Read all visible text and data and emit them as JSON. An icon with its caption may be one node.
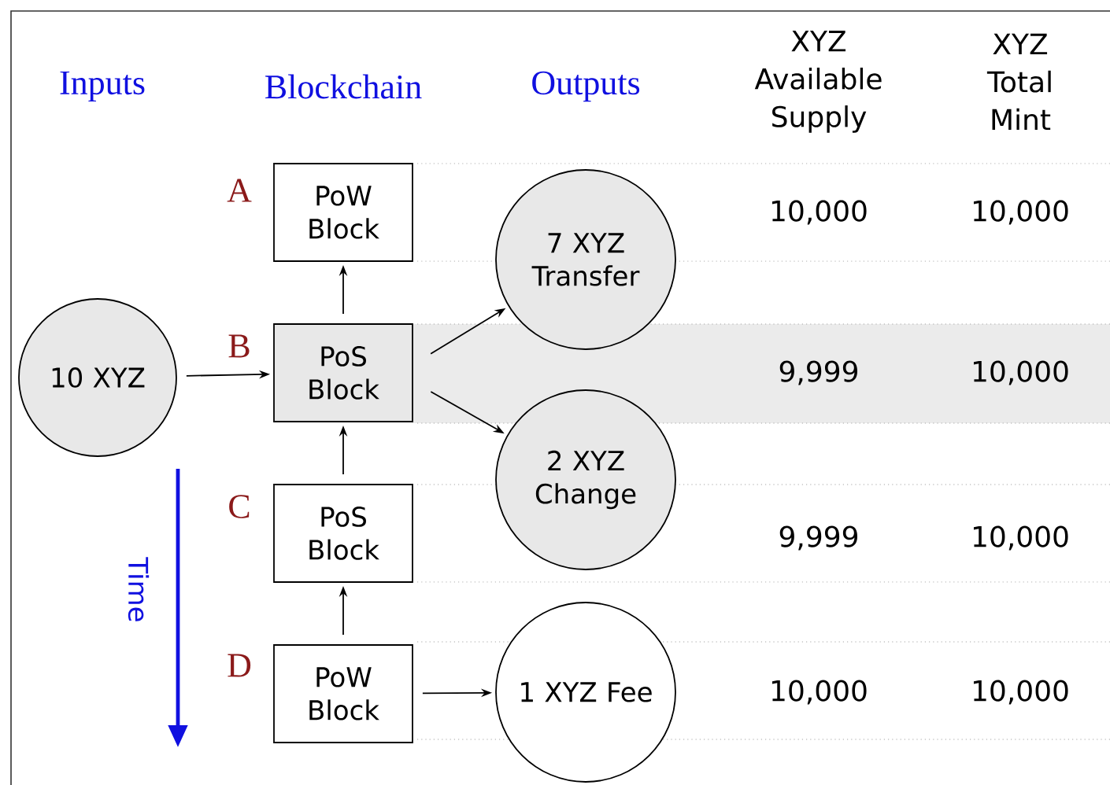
{
  "diagram": {
    "nodes": [
      {
        "text": [
          "10 XYZ"
        ]
      },
      {
        "text": [
          "PoW Block"
        ]
      },
      {
        "text": [
          "PoS Block"
        ]
      },
      {
        "text": [
          "PoS Block"
        ]
      },
      {
        "text": [
          "PoW Block"
        ]
      },
      {
        "text": [
          "7 XYZ Transfer"
        ]
      },
      {
        "text": [
          "2 XYZ Change"
        ]
      },
      {
        "text": [
          "1 XYZ Fee"
        ]
      }
    ],
    "edges": [
      {
        "from": 0,
        "to": 2,
        "arrow": "to"
      },
      {
        "from": 2,
        "to": 1,
        "arrow": "to"
      },
      {
        "from": 3,
        "to": 2,
        "arrow": "to"
      },
      {
        "from": 4,
        "to": 3,
        "arrow": "to"
      },
      {
        "from": 2,
        "to": 5,
        "arrow": "to"
      },
      {
        "from": 2,
        "to": 6,
        "arrow": "to"
      },
      {
        "from": 4,
        "to": 7,
        "arrow": "to"
      }
    ],
    "labels": [
      "Inputs",
      "Blockchain",
      "Outputs",
      "XYZ Available Supply",
      "XYZ Total Mint",
      "A",
      "10,000",
      "10,000",
      "B",
      "9,999",
      "10,000",
      "C",
      "9,999",
      "10,000",
      "D",
      "10,000",
      "10,000",
      "Time"
    ]
  }
}
